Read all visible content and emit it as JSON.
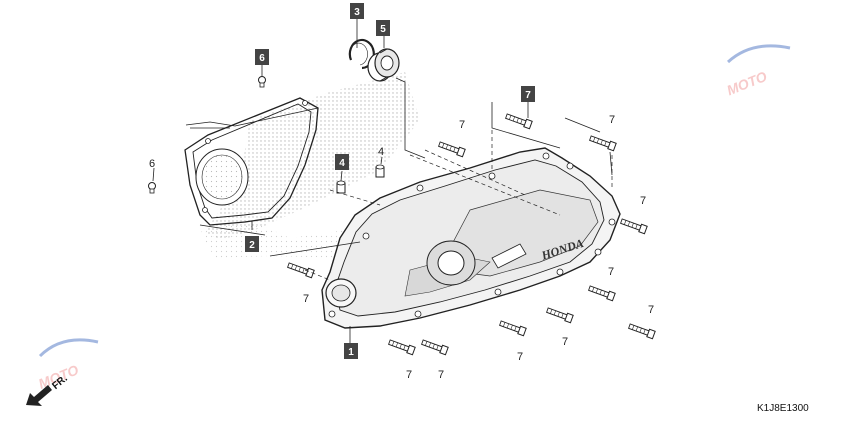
{
  "diagram": {
    "code": "K1J8E1300",
    "front_arrow_label": "FR.",
    "brand_text": "HONDA",
    "watermark_text": "MOTO",
    "colors": {
      "line": "#222222",
      "callout_box": "#444444",
      "dotted_pattern": "#9a9a9a",
      "watermark_red": "#e05050",
      "watermark_blue": "#5a7fc8"
    },
    "callouts": [
      {
        "id": "c1",
        "num": "1",
        "boxed": true,
        "name": "left-crankcase-cover"
      },
      {
        "id": "c2",
        "num": "2",
        "boxed": true,
        "name": "cover-gasket"
      },
      {
        "id": "c3",
        "num": "3",
        "boxed": true,
        "name": "snap-ring"
      },
      {
        "id": "c4",
        "num": "4",
        "boxed": true,
        "name": "dowel-pin-boxed"
      },
      {
        "id": "c5",
        "num": "5",
        "boxed": true,
        "name": "bearing"
      },
      {
        "id": "c6a",
        "num": "6",
        "boxed": true,
        "name": "gasket-clip-top"
      },
      {
        "id": "c6b",
        "num": "6",
        "boxed": false,
        "name": "gasket-clip-left"
      },
      {
        "id": "c7box",
        "num": "7",
        "boxed": true,
        "name": "flange-bolt-boxed"
      },
      {
        "id": "c4b",
        "num": "4",
        "boxed": false,
        "name": "dowel-pin"
      },
      {
        "id": "c7a",
        "num": "7",
        "boxed": false,
        "name": "bolt-a"
      },
      {
        "id": "c7b",
        "num": "7",
        "boxed": false,
        "name": "bolt-b"
      },
      {
        "id": "c7c",
        "num": "7",
        "boxed": false,
        "name": "bolt-c"
      },
      {
        "id": "c7d",
        "num": "7",
        "boxed": false,
        "name": "bolt-d"
      },
      {
        "id": "c7e",
        "num": "7",
        "boxed": false,
        "name": "bolt-e"
      },
      {
        "id": "c7f",
        "num": "7",
        "boxed": false,
        "name": "bolt-f"
      },
      {
        "id": "c7g",
        "num": "7",
        "boxed": false,
        "name": "bolt-g"
      },
      {
        "id": "c7h",
        "num": "7",
        "boxed": false,
        "name": "bolt-h"
      },
      {
        "id": "c7i",
        "num": "7",
        "boxed": false,
        "name": "bolt-i"
      },
      {
        "id": "c7j",
        "num": "7",
        "boxed": false,
        "name": "bolt-j"
      }
    ]
  }
}
